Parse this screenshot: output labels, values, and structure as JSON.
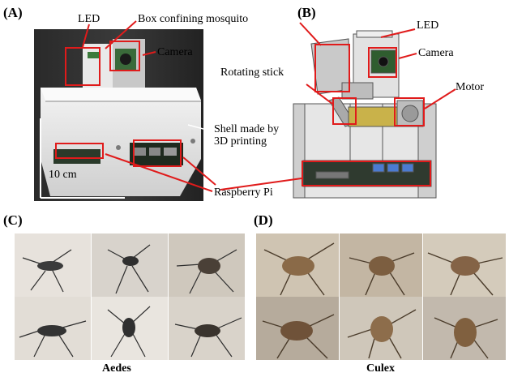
{
  "panels": {
    "a": {
      "label": "(A)",
      "annotations": {
        "led": "LED",
        "box": "Box confining mosquito",
        "camera": "Camera",
        "shell_line1": "Shell made by",
        "shell_line2": "3D printing",
        "raspberry": "Raspberry Pi",
        "scale": "10 cm"
      }
    },
    "b": {
      "label": "(B)",
      "annotations": {
        "led": "LED",
        "camera": "Camera",
        "rotating": "Rotating stick",
        "motor": "Motor"
      }
    },
    "c": {
      "label": "(C)",
      "caption": "Aedes"
    },
    "d": {
      "label": "(D)",
      "caption": "Culex"
    }
  },
  "colors": {
    "annotation_red": "#e01b1b"
  }
}
